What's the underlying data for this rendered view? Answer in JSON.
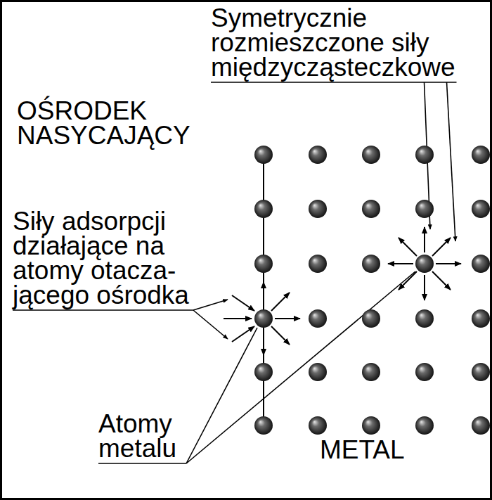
{
  "diagram": {
    "labels": [
      "Symetrycznie rozmieszczone siły międzycząsteczkowe",
      "OŚRODEK NASYCAJĄCY",
      "Siły adsorpcji działające na atomy otacza- jącego ośrodka",
      "Atomy metalu",
      "METAL"
    ]
  }
}
